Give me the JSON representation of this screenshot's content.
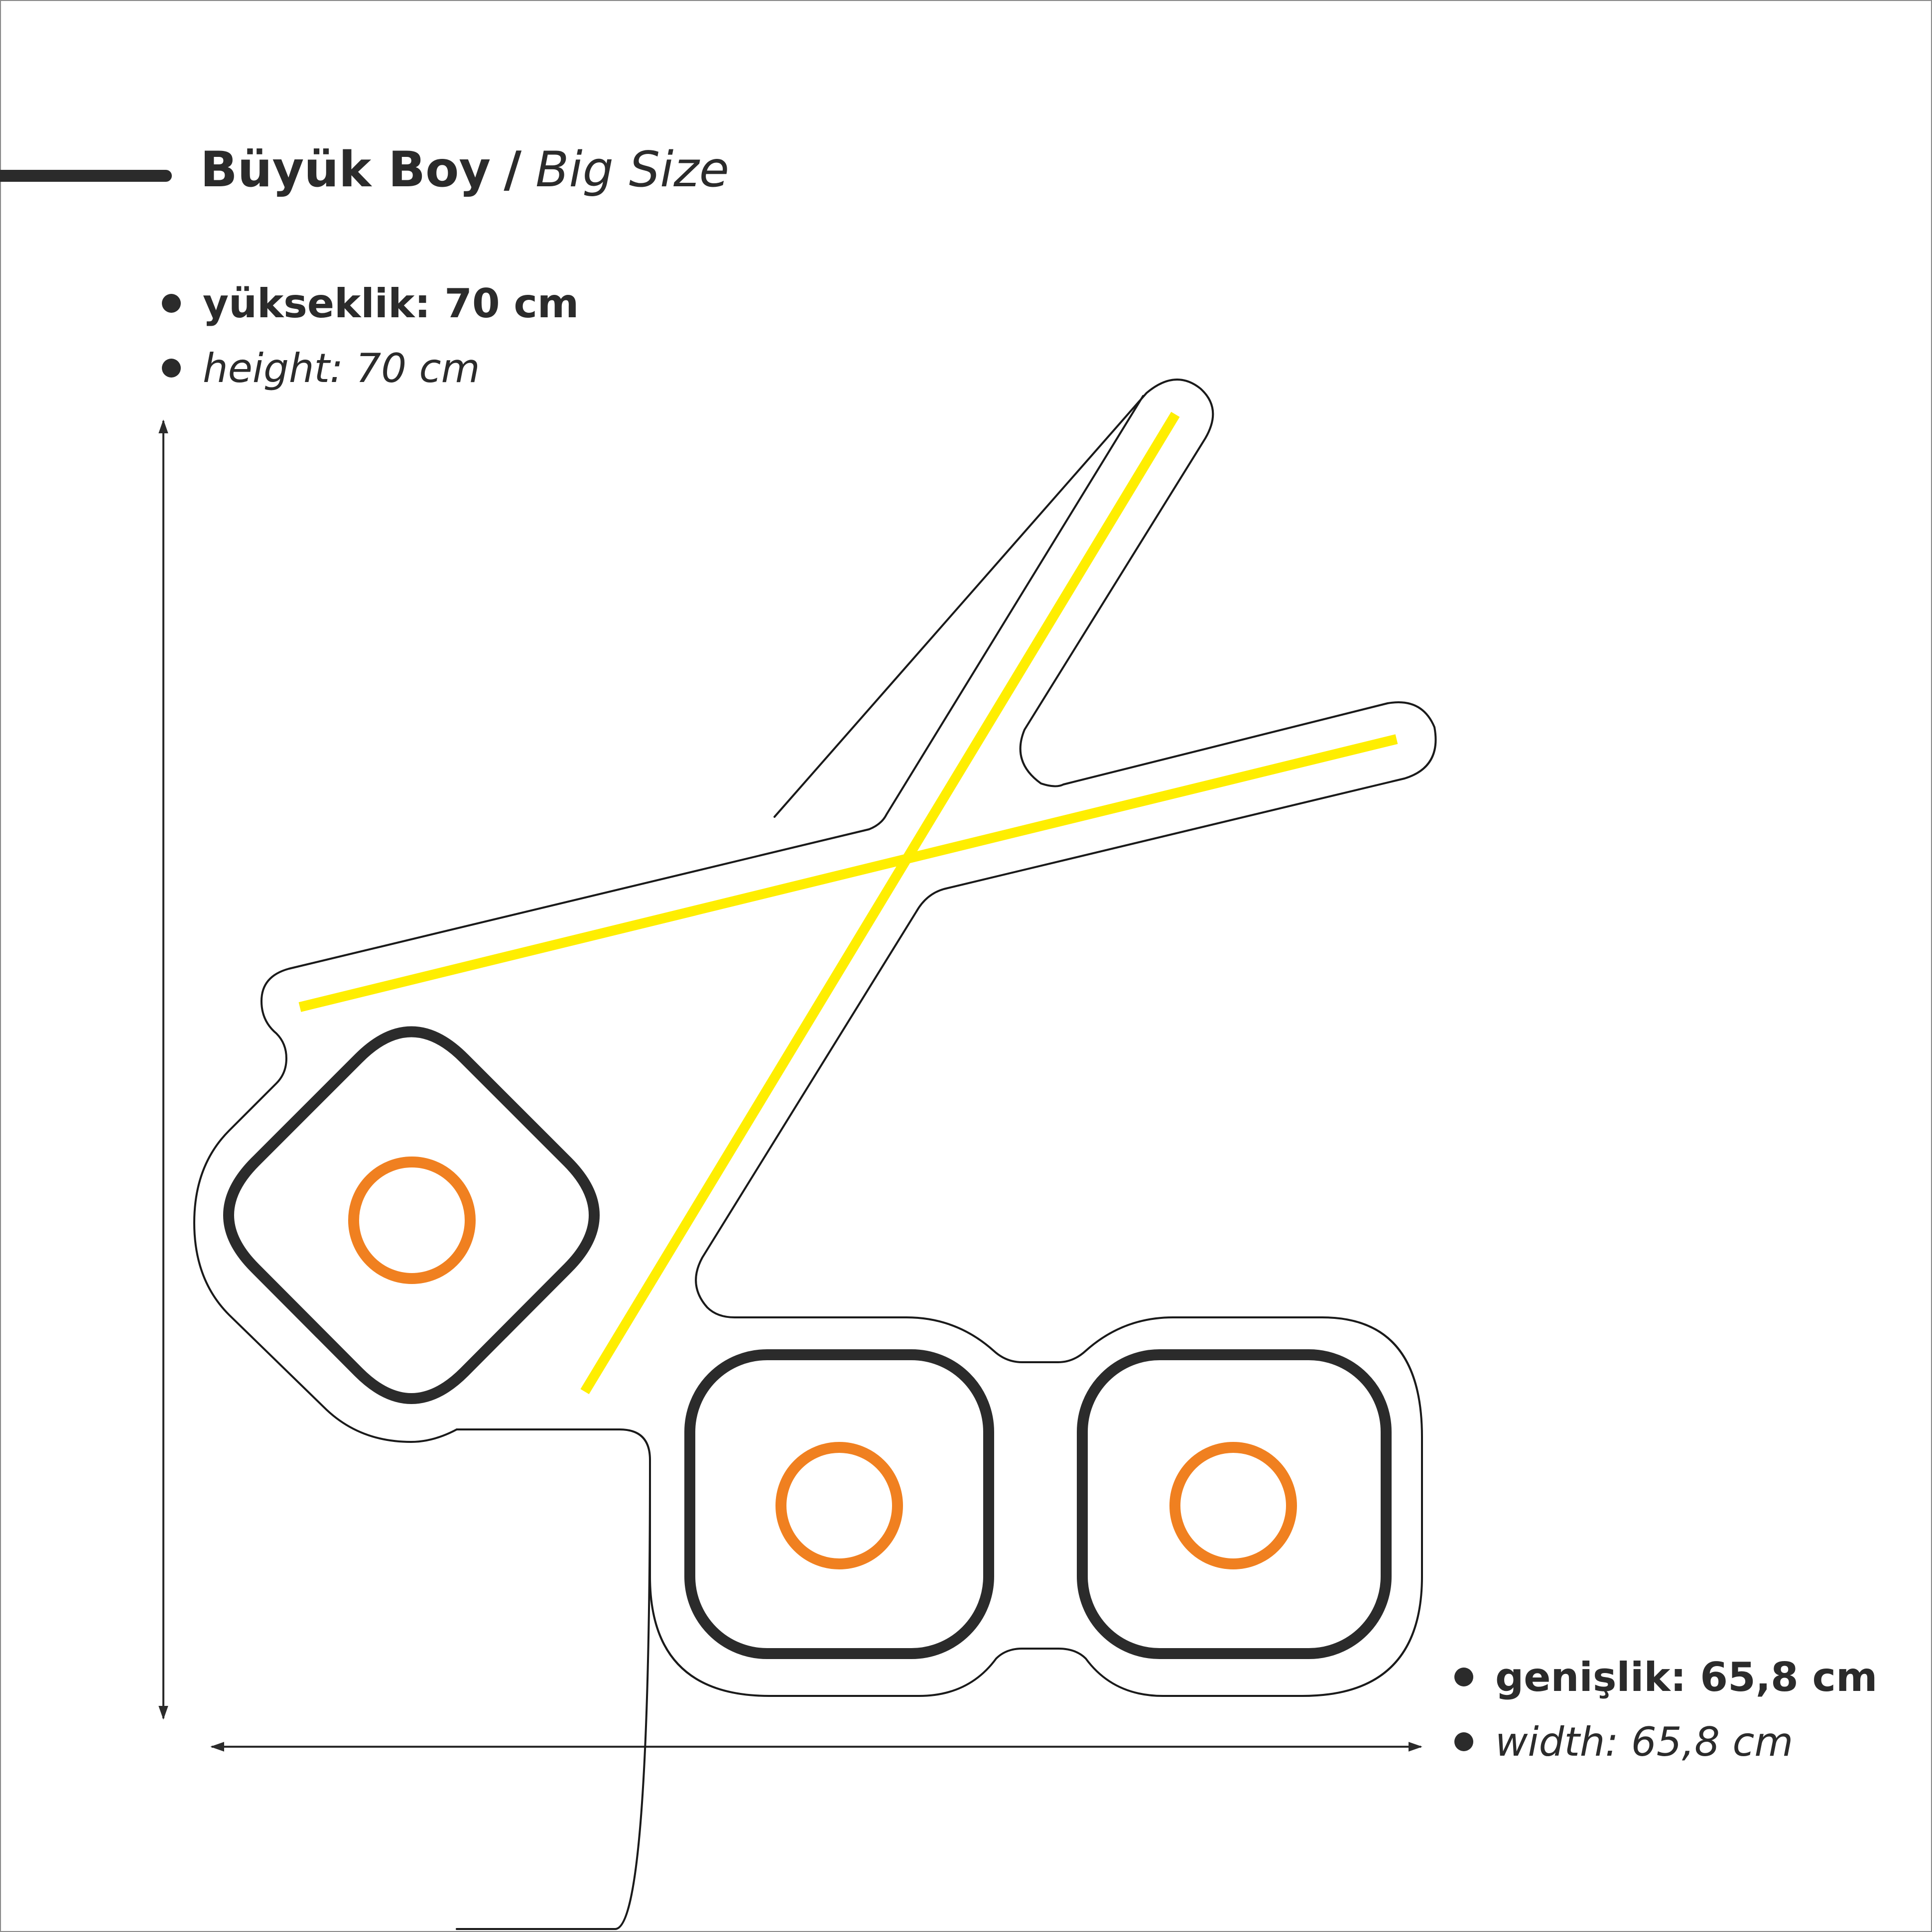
{
  "title": {
    "turkish": "Büyük Boy",
    "separator": "/",
    "english": "Big Size"
  },
  "height": {
    "turkish": "yükseklik: 70 cm",
    "english": "height: 70 cm"
  },
  "width": {
    "turkish": "genişlik: 65,8 cm",
    "english": "width: 65,8 cm"
  },
  "colors": {
    "text": "#2b2b2b",
    "outline": "#1a1a1a",
    "tray": "#2b2b2b",
    "chopsticks": "#ffee00",
    "sushi": "#f08020"
  },
  "icons": [
    "sushi-neon-outline",
    "chopsticks",
    "dimension-arrows"
  ]
}
